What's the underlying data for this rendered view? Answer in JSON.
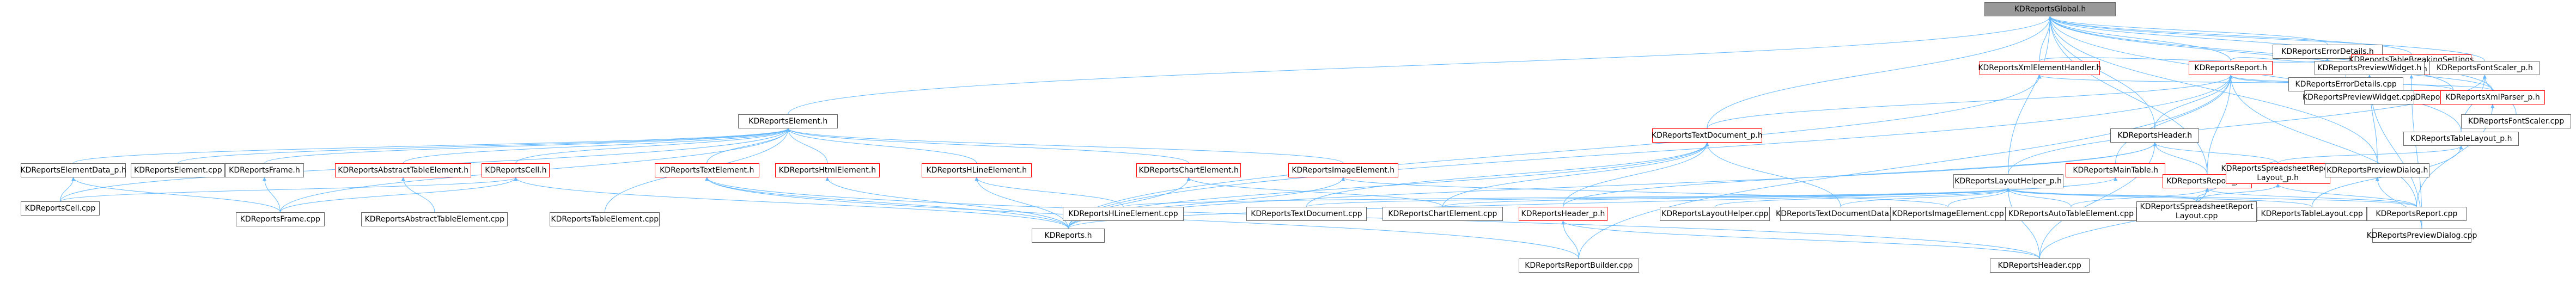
{
  "graph": {
    "title": "KDReportsGlobal.h",
    "edge_color": "#63b8ff",
    "nodes": [
      {
        "id": "global",
        "label": "KDReportsGlobal.h",
        "style": "root"
      },
      {
        "id": "errordetails_h",
        "label": "KDReportsErrorDetails.h",
        "style": "plain"
      },
      {
        "id": "tablebreak",
        "label": "KDReportsTableBreakingSettings\nDialog.h",
        "style": "red"
      },
      {
        "id": "xmlelemhandler",
        "label": "KDReportsXmlElementHandler.h",
        "style": "red"
      },
      {
        "id": "report_h",
        "label": "KDReportsReport.h",
        "style": "red"
      },
      {
        "id": "previewwidget_h",
        "label": "KDReportsPreviewWidget.h",
        "style": "plain"
      },
      {
        "id": "fontscaler_h",
        "label": "KDReportsFontScaler_p.h",
        "style": "plain"
      },
      {
        "id": "element_h",
        "label": "KDReportsElement.h",
        "style": "plain"
      },
      {
        "id": "errordetails_cpp",
        "label": "KDReportsErrorDetails.cpp",
        "style": "plain"
      },
      {
        "id": "textdoc_h",
        "label": "KDReportsTextDocument_p.h",
        "style": "red"
      },
      {
        "id": "header_h",
        "label": "KDReportsHeader.h",
        "style": "plain"
      },
      {
        "id": "xmlhelper",
        "label": "KDReportsXmlHelper.h",
        "style": "red"
      },
      {
        "id": "previewwidget_cpp",
        "label": "KDReportsPreviewWidget.cpp",
        "style": "plain"
      },
      {
        "id": "tablelayout_h",
        "label": "KDReportsTableLayout_p.h",
        "style": "plain"
      },
      {
        "id": "xmlparser",
        "label": "KDReportsXmlParser_p.h",
        "style": "red"
      },
      {
        "id": "fontscaler_cpp",
        "label": "KDReportsFontScaler.cpp",
        "style": "plain"
      },
      {
        "id": "elementdata",
        "label": "KDReportsElementData_p.h",
        "style": "plain"
      },
      {
        "id": "element_cpp",
        "label": "KDReportsElement.cpp",
        "style": "plain"
      },
      {
        "id": "frame_h",
        "label": "KDReportsFrame.h",
        "style": "plain"
      },
      {
        "id": "abstracttable_h",
        "label": "KDReportsAbstractTableElement.h",
        "style": "red"
      },
      {
        "id": "cell_h",
        "label": "KDReportsCell.h",
        "style": "red"
      },
      {
        "id": "textelement_h",
        "label": "KDReportsTextElement.h",
        "style": "red"
      },
      {
        "id": "htmlelement_h",
        "label": "KDReportsHtmlElement.h",
        "style": "red"
      },
      {
        "id": "hline_h",
        "label": "KDReportsHLineElement.h",
        "style": "red"
      },
      {
        "id": "chart_h",
        "label": "KDReportsChartElement.h",
        "style": "red"
      },
      {
        "id": "image_h",
        "label": "KDReportsImageElement.h",
        "style": "red"
      },
      {
        "id": "layouthelper",
        "label": "KDReportsLayoutHelper_p.h",
        "style": "plain"
      },
      {
        "id": "maintable",
        "label": "KDReportsMainTable.h",
        "style": "red"
      },
      {
        "id": "report_p",
        "label": "KDReportsReport_p.h",
        "style": "red"
      },
      {
        "id": "spreadsheet_h",
        "label": "KDReportsSpreadsheetReport\nLayout_p.h",
        "style": "red"
      },
      {
        "id": "previewdialog_h",
        "label": "KDReportsPreviewDialog.h",
        "style": "plain"
      },
      {
        "id": "cell_cpp",
        "label": "KDReportsCell.cpp",
        "style": "plain"
      },
      {
        "id": "frame_cpp",
        "label": "KDReportsFrame.cpp",
        "style": "plain"
      },
      {
        "id": "abstracttable_cpp",
        "label": "KDReportsAbstractTableElement.cpp",
        "style": "plain"
      },
      {
        "id": "tableelement_cpp",
        "label": "KDReportsTableElement.cpp",
        "style": "plain"
      },
      {
        "id": "kdreports_h",
        "label": "KDReports.h",
        "style": "plain"
      },
      {
        "id": "hline_cpp",
        "label": "KDReportsHLineElement.cpp",
        "style": "plain"
      },
      {
        "id": "textdoc_cpp",
        "label": "KDReportsTextDocument.cpp",
        "style": "plain"
      },
      {
        "id": "chart_cpp",
        "label": "KDReportsChartElement.cpp",
        "style": "plain"
      },
      {
        "id": "header_p",
        "label": "KDReportsHeader_p.h",
        "style": "red"
      },
      {
        "id": "layouthelper_cpp",
        "label": "KDReportsLayoutHelper.cpp",
        "style": "plain"
      },
      {
        "id": "textdocdata_cpp",
        "label": "KDReportsTextDocumentData.cpp",
        "style": "plain"
      },
      {
        "id": "image_cpp",
        "label": "KDReportsImageElement.cpp",
        "style": "plain"
      },
      {
        "id": "autotable_cpp",
        "label": "KDReportsAutoTableElement.cpp",
        "style": "plain"
      },
      {
        "id": "spreadsheet_cpp",
        "label": "KDReportsSpreadsheetReport\nLayout.cpp",
        "style": "plain"
      },
      {
        "id": "tablelayout_cpp",
        "label": "KDReportsTableLayout.cpp",
        "style": "plain"
      },
      {
        "id": "report_cpp",
        "label": "KDReportsReport.cpp",
        "style": "plain"
      },
      {
        "id": "previewdialog_cpp",
        "label": "KDReportsPreviewDialog.cpp",
        "style": "plain"
      },
      {
        "id": "reportbuilder",
        "label": "KDReportsReportBuilder.cpp",
        "style": "plain"
      },
      {
        "id": "header_cpp",
        "label": "KDReportsHeader.cpp",
        "style": "plain"
      }
    ],
    "edges": [
      [
        "global",
        "errordetails_h"
      ],
      [
        "global",
        "tablebreak"
      ],
      [
        "global",
        "xmlelemhandler"
      ],
      [
        "global",
        "report_h"
      ],
      [
        "global",
        "previewwidget_h"
      ],
      [
        "global",
        "fontscaler_h"
      ],
      [
        "global",
        "element_h"
      ],
      [
        "global",
        "textdoc_h"
      ],
      [
        "global",
        "header_h"
      ],
      [
        "global",
        "xmlhelper"
      ],
      [
        "global",
        "xmlparser"
      ],
      [
        "global",
        "layouthelper"
      ],
      [
        "global",
        "previewdialog_h"
      ],
      [
        "global",
        "tablelayout_h"
      ],
      [
        "global",
        "report_p"
      ],
      [
        "errordetails_h",
        "xmlelemhandler"
      ],
      [
        "errordetails_h",
        "report_h"
      ],
      [
        "errordetails_h",
        "errordetails_cpp"
      ],
      [
        "errordetails_h",
        "xmlparser"
      ],
      [
        "tablebreak",
        "previewdialog_cpp"
      ],
      [
        "xmlelemhandler",
        "xmlparser"
      ],
      [
        "xmlelemhandler",
        "kdreports_h"
      ],
      [
        "report_h",
        "textdoc_h"
      ],
      [
        "report_h",
        "header_h"
      ],
      [
        "report_h",
        "xmlhelper"
      ],
      [
        "report_h",
        "maintable"
      ],
      [
        "report_h",
        "report_p"
      ],
      [
        "report_h",
        "previewwidget_cpp"
      ],
      [
        "report_h",
        "report_cpp"
      ],
      [
        "report_h",
        "kdreports_h"
      ],
      [
        "report_h",
        "reportbuilder"
      ],
      [
        "previewwidget_h",
        "previewwidget_cpp"
      ],
      [
        "previewwidget_h",
        "previewdialog_h"
      ],
      [
        "previewwidget_h",
        "previewdialog_cpp"
      ],
      [
        "fontscaler_h",
        "fontscaler_cpp"
      ],
      [
        "fontscaler_h",
        "tablelayout_h"
      ],
      [
        "fontscaler_h",
        "layouthelper"
      ],
      [
        "element_h",
        "elementdata"
      ],
      [
        "element_h",
        "element_cpp"
      ],
      [
        "element_h",
        "frame_h"
      ],
      [
        "element_h",
        "abstracttable_h"
      ],
      [
        "element_h",
        "cell_h"
      ],
      [
        "element_h",
        "textelement_h"
      ],
      [
        "element_h",
        "htmlelement_h"
      ],
      [
        "element_h",
        "hline_h"
      ],
      [
        "element_h",
        "chart_h"
      ],
      [
        "element_h",
        "image_h"
      ],
      [
        "element_h",
        "cell_cpp"
      ],
      [
        "element_h",
        "frame_cpp"
      ],
      [
        "element_h",
        "tableelement_cpp"
      ],
      [
        "textdoc_h",
        "kdreports_h"
      ],
      [
        "textdoc_h",
        "textdoc_cpp"
      ],
      [
        "textdoc_h",
        "chart_cpp"
      ],
      [
        "textdoc_h",
        "textdocdata_cpp"
      ],
      [
        "textdoc_h",
        "header_p"
      ],
      [
        "header_h",
        "header_p"
      ],
      [
        "header_h",
        "report_p"
      ],
      [
        "header_h",
        "header_cpp"
      ],
      [
        "header_h",
        "kdreports_h"
      ],
      [
        "header_h",
        "spreadsheet_h"
      ],
      [
        "tablelayout_h",
        "spreadsheet_h"
      ],
      [
        "tablelayout_h",
        "tablelayout_cpp"
      ],
      [
        "xmlparser",
        "report_cpp"
      ],
      [
        "elementdata",
        "frame_cpp"
      ],
      [
        "elementdata",
        "cell_cpp"
      ],
      [
        "frame_h",
        "frame_cpp"
      ],
      [
        "abstracttable_h",
        "abstracttable_cpp"
      ],
      [
        "cell_h",
        "kdreports_h"
      ],
      [
        "cell_h",
        "cell_cpp"
      ],
      [
        "cell_h",
        "frame_cpp"
      ],
      [
        "textelement_h",
        "kdreports_h"
      ],
      [
        "textelement_h",
        "reportbuilder"
      ],
      [
        "textelement_h",
        "header_cpp"
      ],
      [
        "htmlelement_h",
        "kdreports_h"
      ],
      [
        "hline_h",
        "hline_cpp"
      ],
      [
        "hline_h",
        "kdreports_h"
      ],
      [
        "chart_h",
        "chart_cpp"
      ],
      [
        "chart_h",
        "kdreports_h"
      ],
      [
        "image_h",
        "image_cpp"
      ],
      [
        "image_h",
        "kdreports_h"
      ],
      [
        "layouthelper",
        "layouthelper_cpp"
      ],
      [
        "layouthelper",
        "textdocdata_cpp"
      ],
      [
        "layouthelper",
        "image_cpp"
      ],
      [
        "layouthelper",
        "autotable_cpp"
      ],
      [
        "layouthelper",
        "chart_cpp"
      ],
      [
        "layouthelper",
        "textdoc_cpp"
      ],
      [
        "layouthelper",
        "hline_cpp"
      ],
      [
        "layouthelper",
        "report_cpp"
      ],
      [
        "layouthelper",
        "spreadsheet_cpp"
      ],
      [
        "layouthelper",
        "tablelayout_cpp"
      ],
      [
        "layouthelper",
        "header_cpp"
      ],
      [
        "maintable",
        "kdreports_h"
      ],
      [
        "report_p",
        "spreadsheet_h"
      ],
      [
        "report_p",
        "report_cpp"
      ],
      [
        "report_p",
        "header_cpp"
      ],
      [
        "report_p",
        "autotable_cpp"
      ],
      [
        "report_p",
        "spreadsheet_cpp"
      ],
      [
        "spreadsheet_h",
        "spreadsheet_cpp"
      ],
      [
        "spreadsheet_h",
        "report_cpp"
      ],
      [
        "previewdialog_h",
        "previewdialog_cpp"
      ],
      [
        "header_p",
        "reportbuilder"
      ],
      [
        "header_p",
        "header_cpp"
      ]
    ]
  }
}
